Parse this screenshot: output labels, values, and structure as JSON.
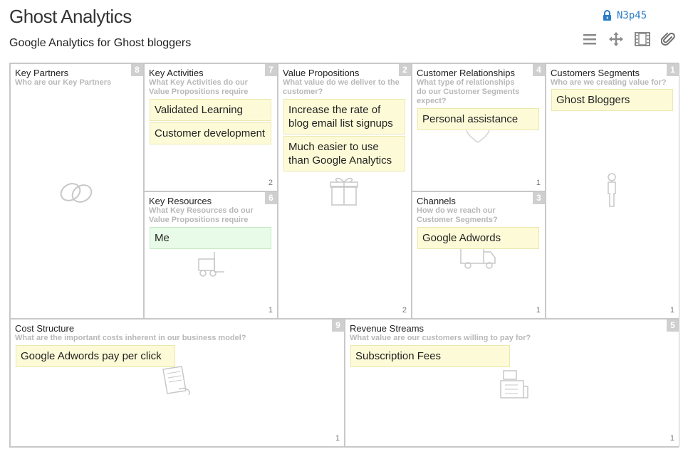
{
  "header": {
    "title": "Ghost Analytics",
    "subtitle": "Google Analytics for Ghost bloggers",
    "canvas_id": "N3p45",
    "lock_icon": "lock-icon",
    "toolbar": [
      "menu-icon",
      "move-icon",
      "film-icon",
      "paperclip-icon"
    ]
  },
  "cells": {
    "key_partners": {
      "title": "Key Partners",
      "question": "Who are our Key Partners",
      "badge": "8"
    },
    "key_activities": {
      "title": "Key Activities",
      "question": "What Key Activities do our Value Propositions require",
      "badge": "7",
      "count": "2",
      "notes": [
        "Validated Learning",
        "Customer development"
      ]
    },
    "key_resources": {
      "title": "Key Resources",
      "question": "What Key Resources do our Value Propositions require",
      "badge": "6",
      "count": "1",
      "notes": [
        "Me"
      ]
    },
    "value_propositions": {
      "title": "Value Propositions",
      "question": "What value do we deliver to the customer?",
      "badge": "2",
      "count": "2",
      "notes": [
        "Increase the rate of blog email list signups",
        "Much easier to use than Google Analytics"
      ]
    },
    "customer_relationships": {
      "title": "Customer Relationships",
      "question": "What type of relationships do our Customer Segments expect?",
      "badge": "4",
      "count": "1",
      "notes": [
        "Personal assistance"
      ]
    },
    "channels": {
      "title": "Channels",
      "question": "How do we reach our Customer Segments?",
      "badge": "3",
      "count": "1",
      "notes": [
        "Google Adwords"
      ]
    },
    "customer_segments": {
      "title": "Customers Segments",
      "question": "Who are we creating value for?",
      "badge": "1",
      "count": "1",
      "notes": [
        "Ghost Bloggers"
      ]
    },
    "cost_structure": {
      "title": "Cost Structure",
      "question": "What are the important costs inherent in our business model?",
      "badge": "9",
      "count": "1",
      "notes": [
        "Google Adwords pay per click"
      ]
    },
    "revenue_streams": {
      "title": "Revenue Streams",
      "question": "What value are our customers willing to pay for?",
      "badge": "5",
      "count": "1",
      "notes": [
        "Subscription Fees"
      ]
    }
  },
  "colors": {
    "note_yellow": "#fdfbd7",
    "note_green": "#e8fbe8",
    "badge": "#cfcfcf",
    "link": "#2a7dc6"
  }
}
